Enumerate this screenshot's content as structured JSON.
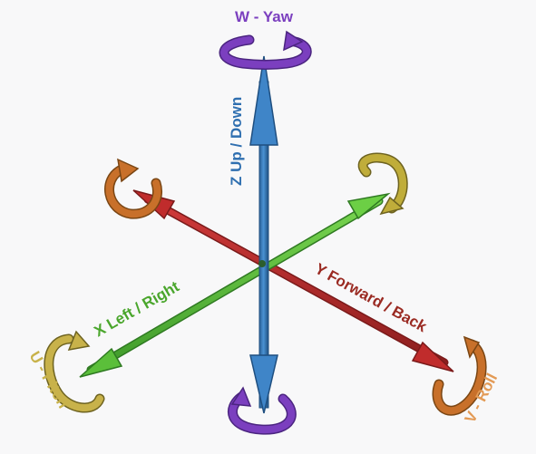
{
  "labels": {
    "w": "W - Yaw",
    "z": "Z Up / Down",
    "x": "X Left / Right",
    "y": "Y Forward / Back",
    "u": "U - Pitch",
    "v": "V - Roll"
  },
  "colors": {
    "background": "#f8f8f9",
    "z_axis": "#3f7fbf",
    "x_axis": "#5bbf3a",
    "y_axis": "#b52a2a",
    "yaw": "#7b3fbf",
    "pitch": "#c8b24a",
    "roll": "#c87a2a",
    "orange_rotation": "#c8702a",
    "olive_rotation": "#c0ad3a"
  },
  "icons": {
    "yaw_top": "yaw-rotation-arrow-icon",
    "yaw_bottom": "yaw-rotation-arrow-icon",
    "pitch": "pitch-rotation-arrow-icon",
    "roll": "roll-rotation-arrow-icon",
    "upper_left": "rotation-arrow-icon",
    "upper_right": "rotation-arrow-icon"
  }
}
